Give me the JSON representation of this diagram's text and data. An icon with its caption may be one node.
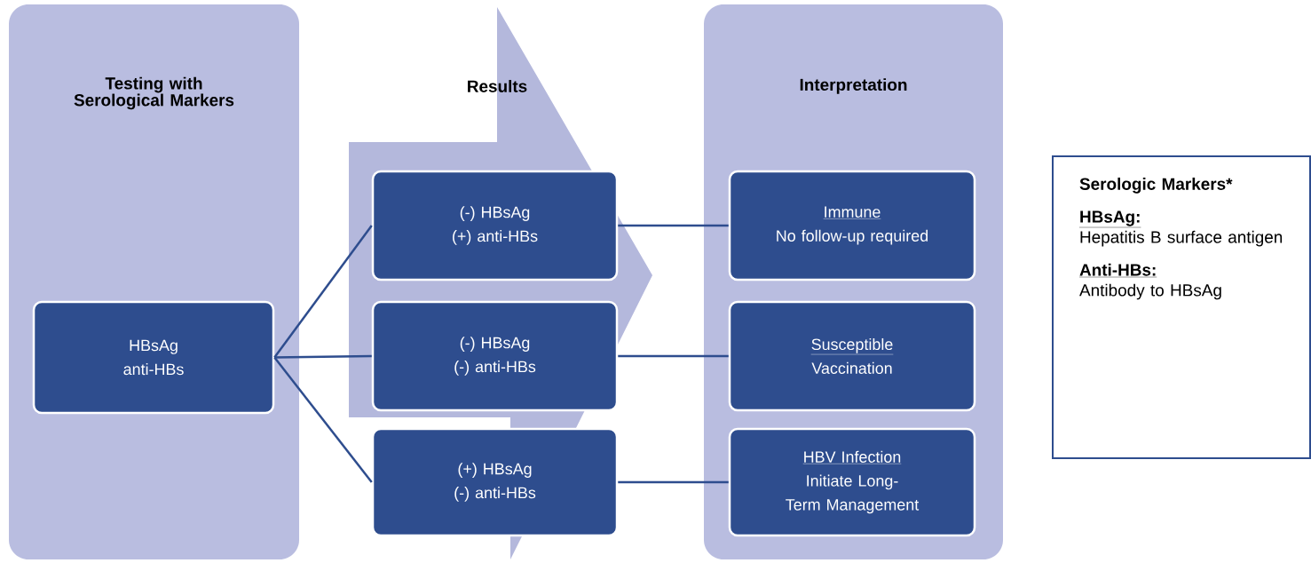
{
  "diagram": {
    "nodes": [
      {
        "text": [
          "Testing with Serological Markers"
        ]
      },
      {
        "text": [
          "HBsAg",
          "anti-HBs"
        ],
        "in": 0
      },
      {
        "text": [
          "Results"
        ]
      },
      {
        "text": [
          "(-) HBsAg",
          "(+) anti-HBs"
        ],
        "in": 2
      },
      {
        "text": [
          "(-) HBsAg",
          "(-) anti-HBs"
        ],
        "in": 2
      },
      {
        "text": [
          "(+) HBsAg",
          "(-) anti-HBs"
        ]
      },
      {
        "text": [
          "Interpretation"
        ]
      },
      {
        "text": [
          "Immune",
          "No follow-up required"
        ],
        "in": 6
      },
      {
        "text": [
          "Susceptible",
          "Vaccination"
        ],
        "in": 6
      },
      {
        "text": [
          "HBV Infection",
          "Initiate Long-Term Management"
        ],
        "in": 6
      },
      {
        "text": [
          "Serologic Markers*",
          "HBsAg:",
          "Hepatitis B surface antigen",
          "Anti-HBs:",
          "Antibody to HBsAg"
        ]
      }
    ],
    "edges": [
      {
        "from": 1,
        "to": 3,
        "arrow": "none"
      },
      {
        "from": 1,
        "to": 4,
        "arrow": "none"
      },
      {
        "from": 1,
        "to": 5,
        "arrow": "none"
      },
      {
        "from": 3,
        "to": 7,
        "arrow": "none"
      },
      {
        "from": 4,
        "to": 8,
        "arrow": "none"
      },
      {
        "from": 5,
        "to": 9,
        "arrow": "none"
      }
    ]
  }
}
